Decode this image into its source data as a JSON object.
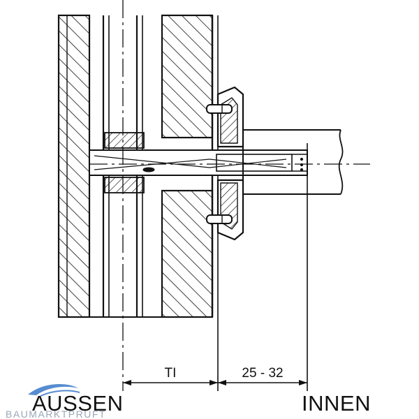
{
  "labels": {
    "outside": "AUSSEN",
    "inside": "INNEN",
    "dim_ti": "TI",
    "dim_range": "25 - 32"
  },
  "watermark": {
    "text": "BAUMARKTPRUFT",
    "logo_icon": "car-swoosh-icon"
  },
  "colors": {
    "ink": "#111111",
    "watermark_blue": "#3a78c8",
    "watermark_text": "#9aa7b8"
  }
}
